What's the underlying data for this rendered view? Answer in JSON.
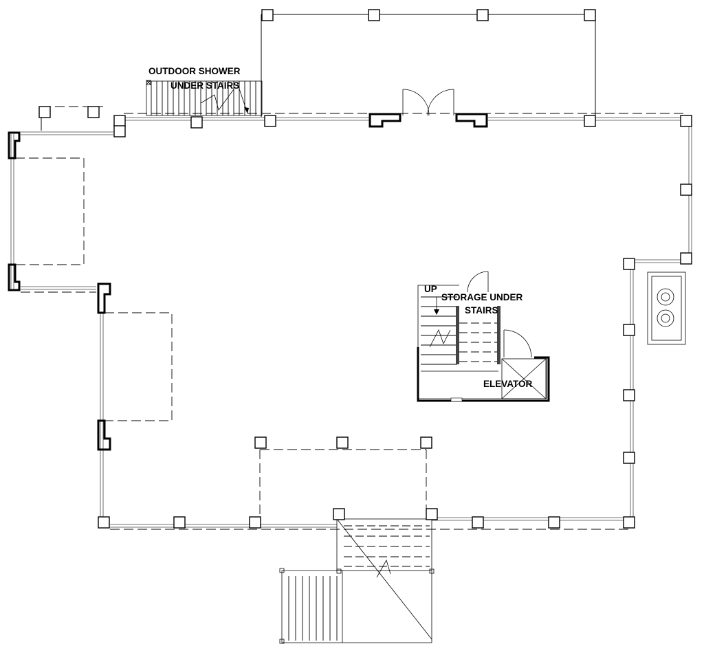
{
  "plan": {
    "labels": {
      "outdoor_shower": "OUTDOOR SHOWER",
      "under_stairs": "UNDER STAIRS",
      "up": "UP",
      "storage_line1": "STORAGE UNDER",
      "storage_line2": "STAIRS",
      "elevator": "ELEVATOR"
    }
  }
}
